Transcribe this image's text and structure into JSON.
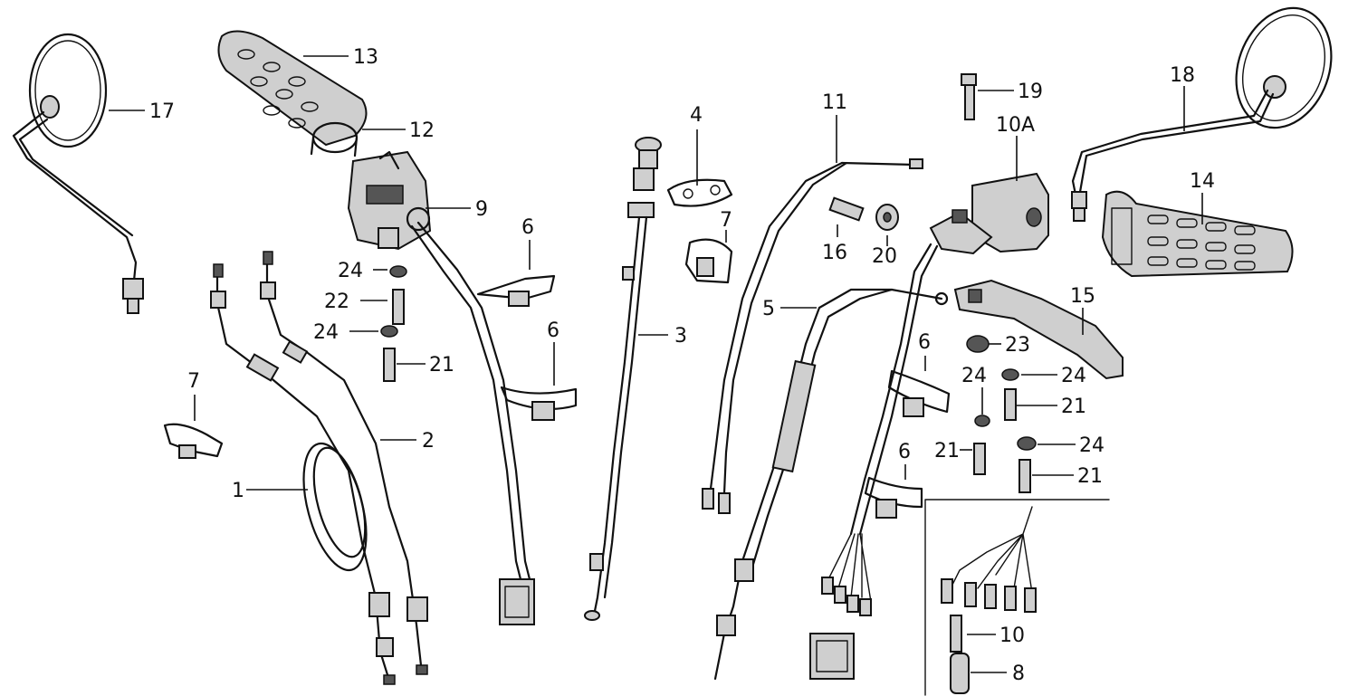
{
  "labels": {
    "p1": "1",
    "p2": "2",
    "p3": "3",
    "p4": "4",
    "p5": "5",
    "p6a": "6",
    "p6b": "6",
    "p6c": "6",
    "p6d": "6",
    "p7a": "7",
    "p7b": "7",
    "p8": "8",
    "p9": "9",
    "p10": "10",
    "p10a": "10A",
    "p11": "11",
    "p12": "12",
    "p13": "13",
    "p14": "14",
    "p15": "15",
    "p16": "16",
    "p17": "17",
    "p18": "18",
    "p19": "19",
    "p20": "20",
    "p21a": "21",
    "p21b": "21",
    "p21c": "21",
    "p21d": "21",
    "p22": "22",
    "p23": "23",
    "p24a": "24",
    "p24b": "24",
    "p24c": "24",
    "p24d": "24",
    "p24e": "24"
  }
}
